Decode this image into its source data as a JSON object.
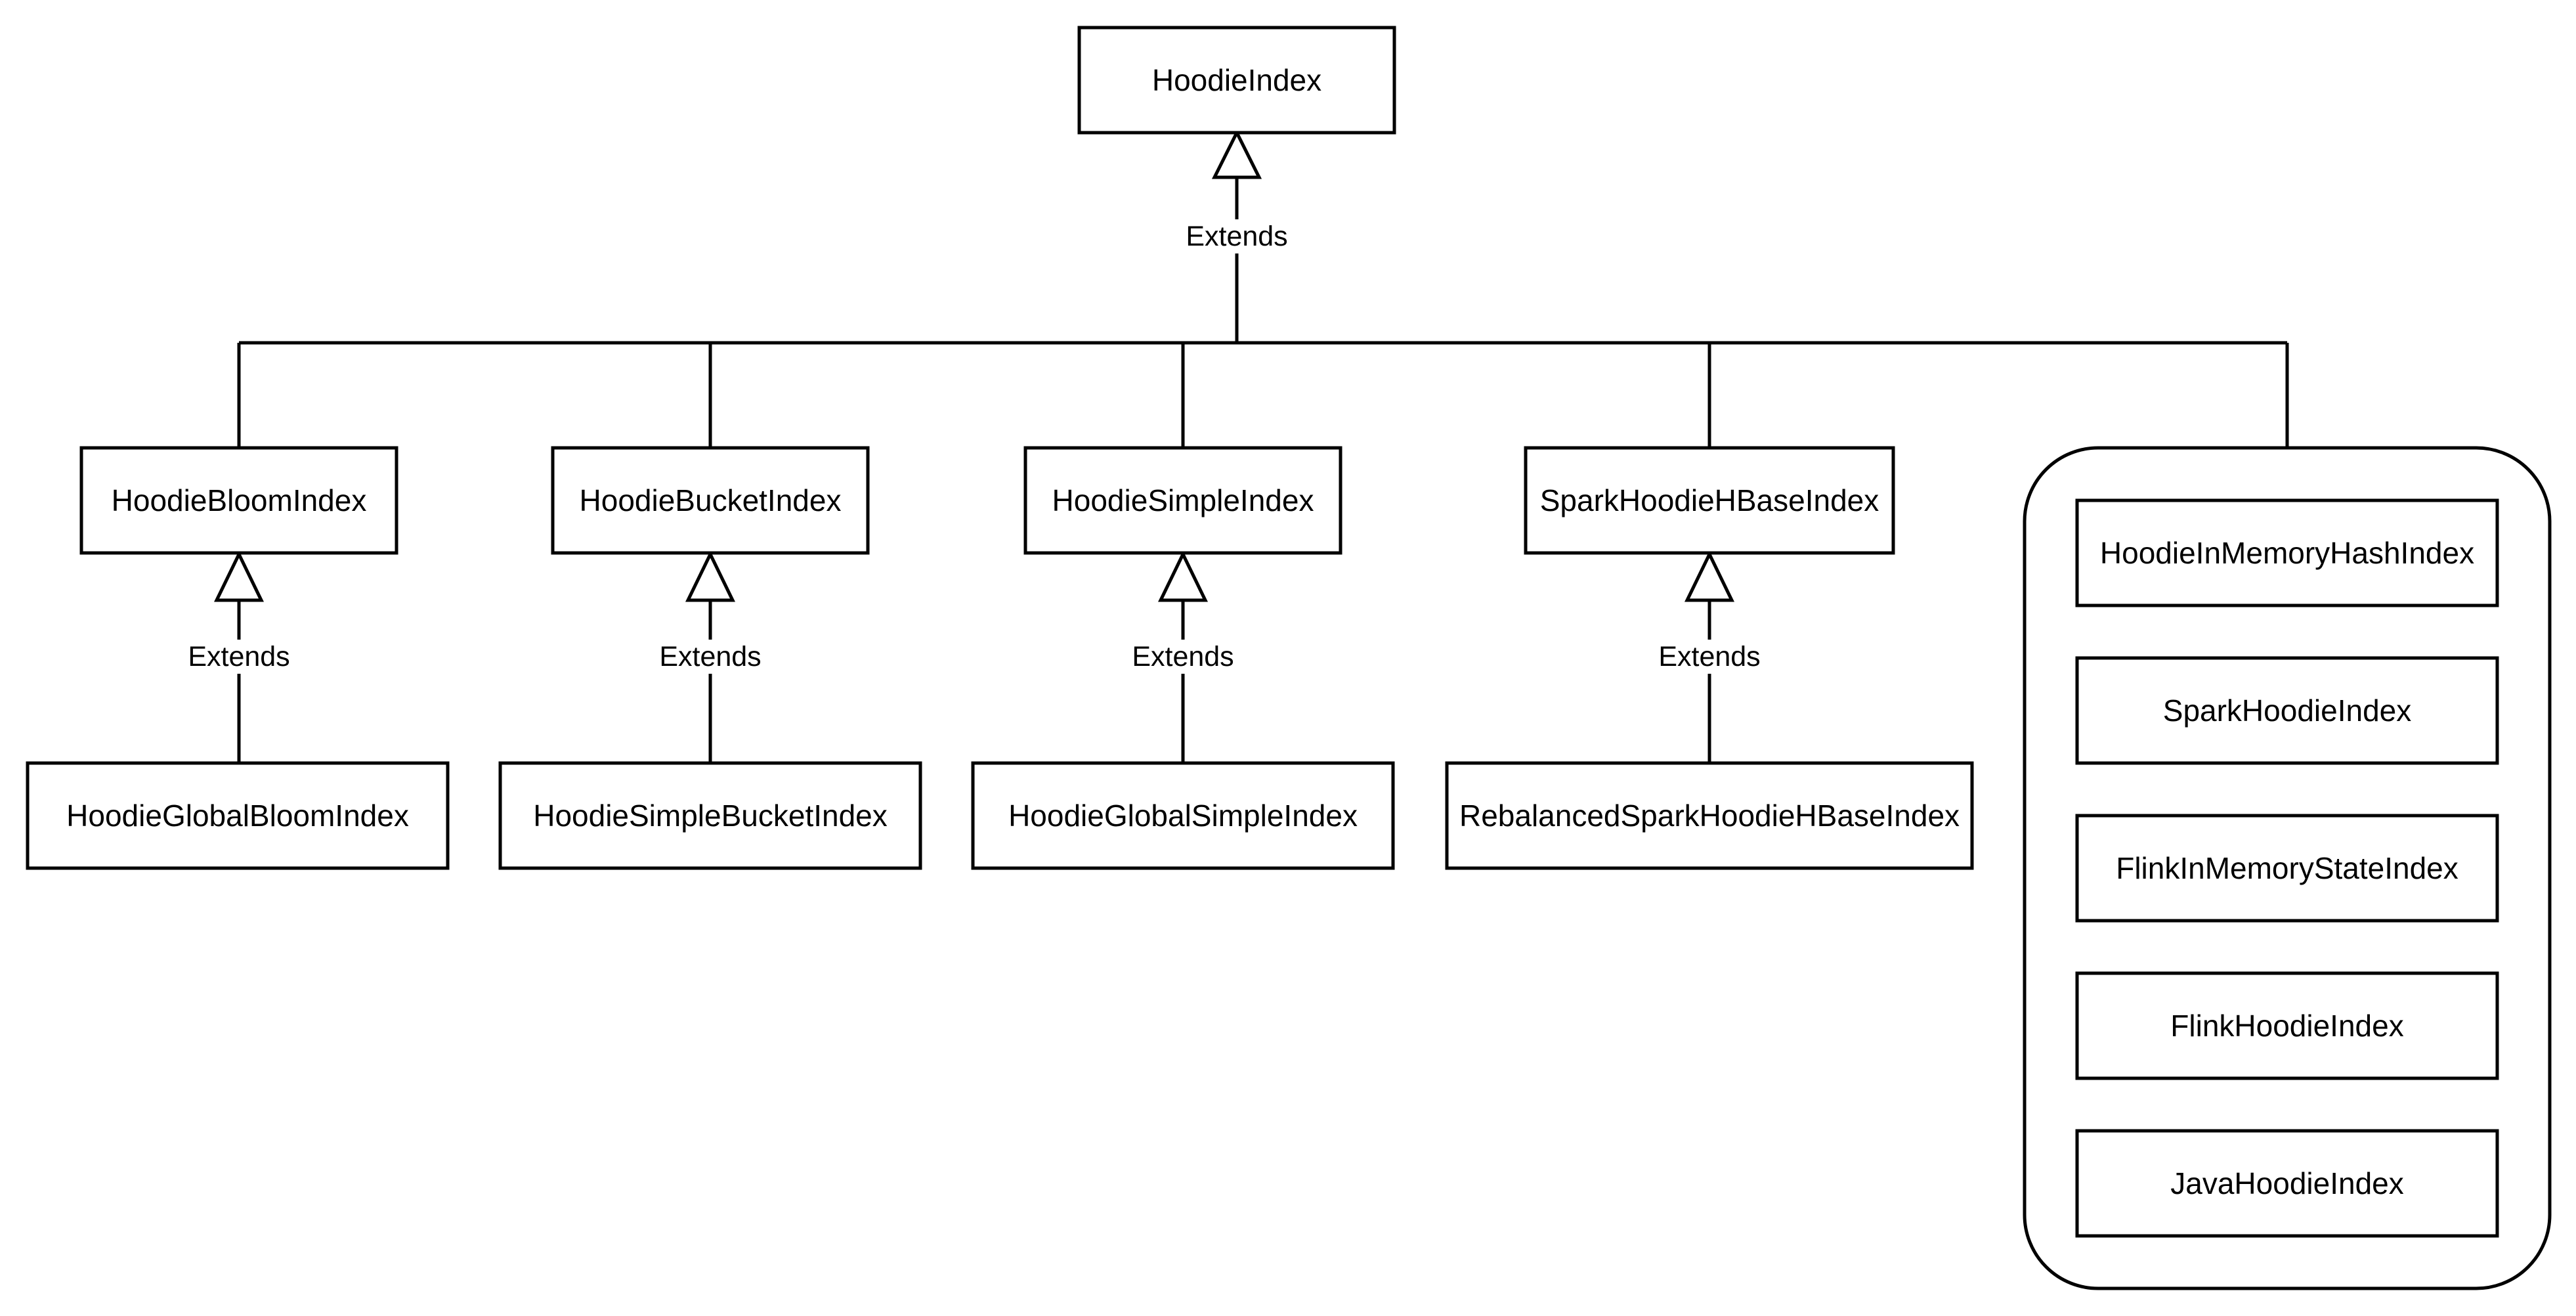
{
  "diagram": {
    "root": {
      "label": "HoodieIndex"
    },
    "root_edge_label": "Extends",
    "branches": [
      {
        "parent": "HoodieBloomIndex",
        "edge_label": "Extends",
        "child": "HoodieGlobalBloomIndex"
      },
      {
        "parent": "HoodieBucketIndex",
        "edge_label": "Extends",
        "child": "HoodieSimpleBucketIndex"
      },
      {
        "parent": "HoodieSimpleIndex",
        "edge_label": "Extends",
        "child": "HoodieGlobalSimpleIndex"
      },
      {
        "parent": "SparkHoodieHBaseIndex",
        "edge_label": "Extends",
        "child": "RebalancedSparkHoodieHBaseIndex"
      }
    ],
    "group": {
      "items": [
        "HoodieInMemoryHashIndex",
        "SparkHoodieIndex",
        "FlinkInMemoryStateIndex",
        "FlinkHoodieIndex",
        "JavaHoodieIndex"
      ]
    }
  }
}
